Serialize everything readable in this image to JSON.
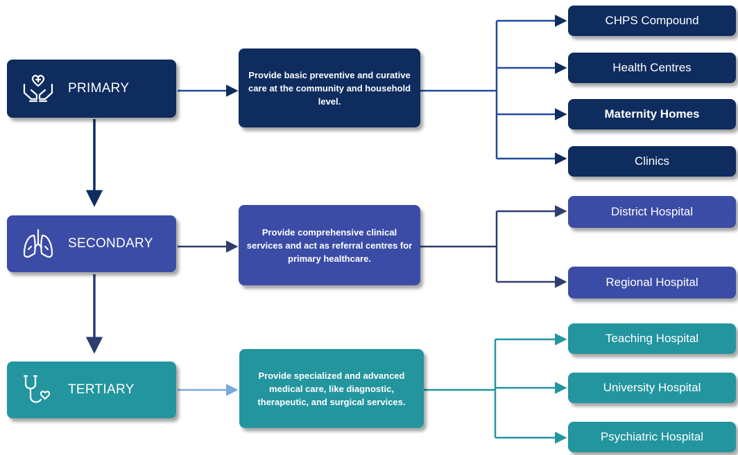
{
  "colors": {
    "primary": "#0e2c5e",
    "secondary": "#3b4ca6",
    "tertiary": "#23959e"
  },
  "levels": [
    {
      "name": "PRIMARY",
      "icon": "hands-heart-icon",
      "description": "Provide basic preventive and curative care at the community and household level.",
      "facilities": [
        "CHPS Compound",
        "Health Centres",
        "Maternity Homes",
        "Clinics"
      ]
    },
    {
      "name": "SECONDARY",
      "icon": "lungs-icon",
      "description": "Provide comprehensive clinical services and act as referral centres for primary healthcare.",
      "facilities": [
        "District Hospital",
        "Regional Hospital"
      ]
    },
    {
      "name": "TERTIARY",
      "icon": "stethoscope-heart-icon",
      "description": "Provide specialized and advanced medical care, like diagnostic, therapeutic, and surgical services.",
      "facilities": [
        "Teaching Hospital",
        "University Hospital",
        "Psychiatric Hospital"
      ]
    }
  ]
}
